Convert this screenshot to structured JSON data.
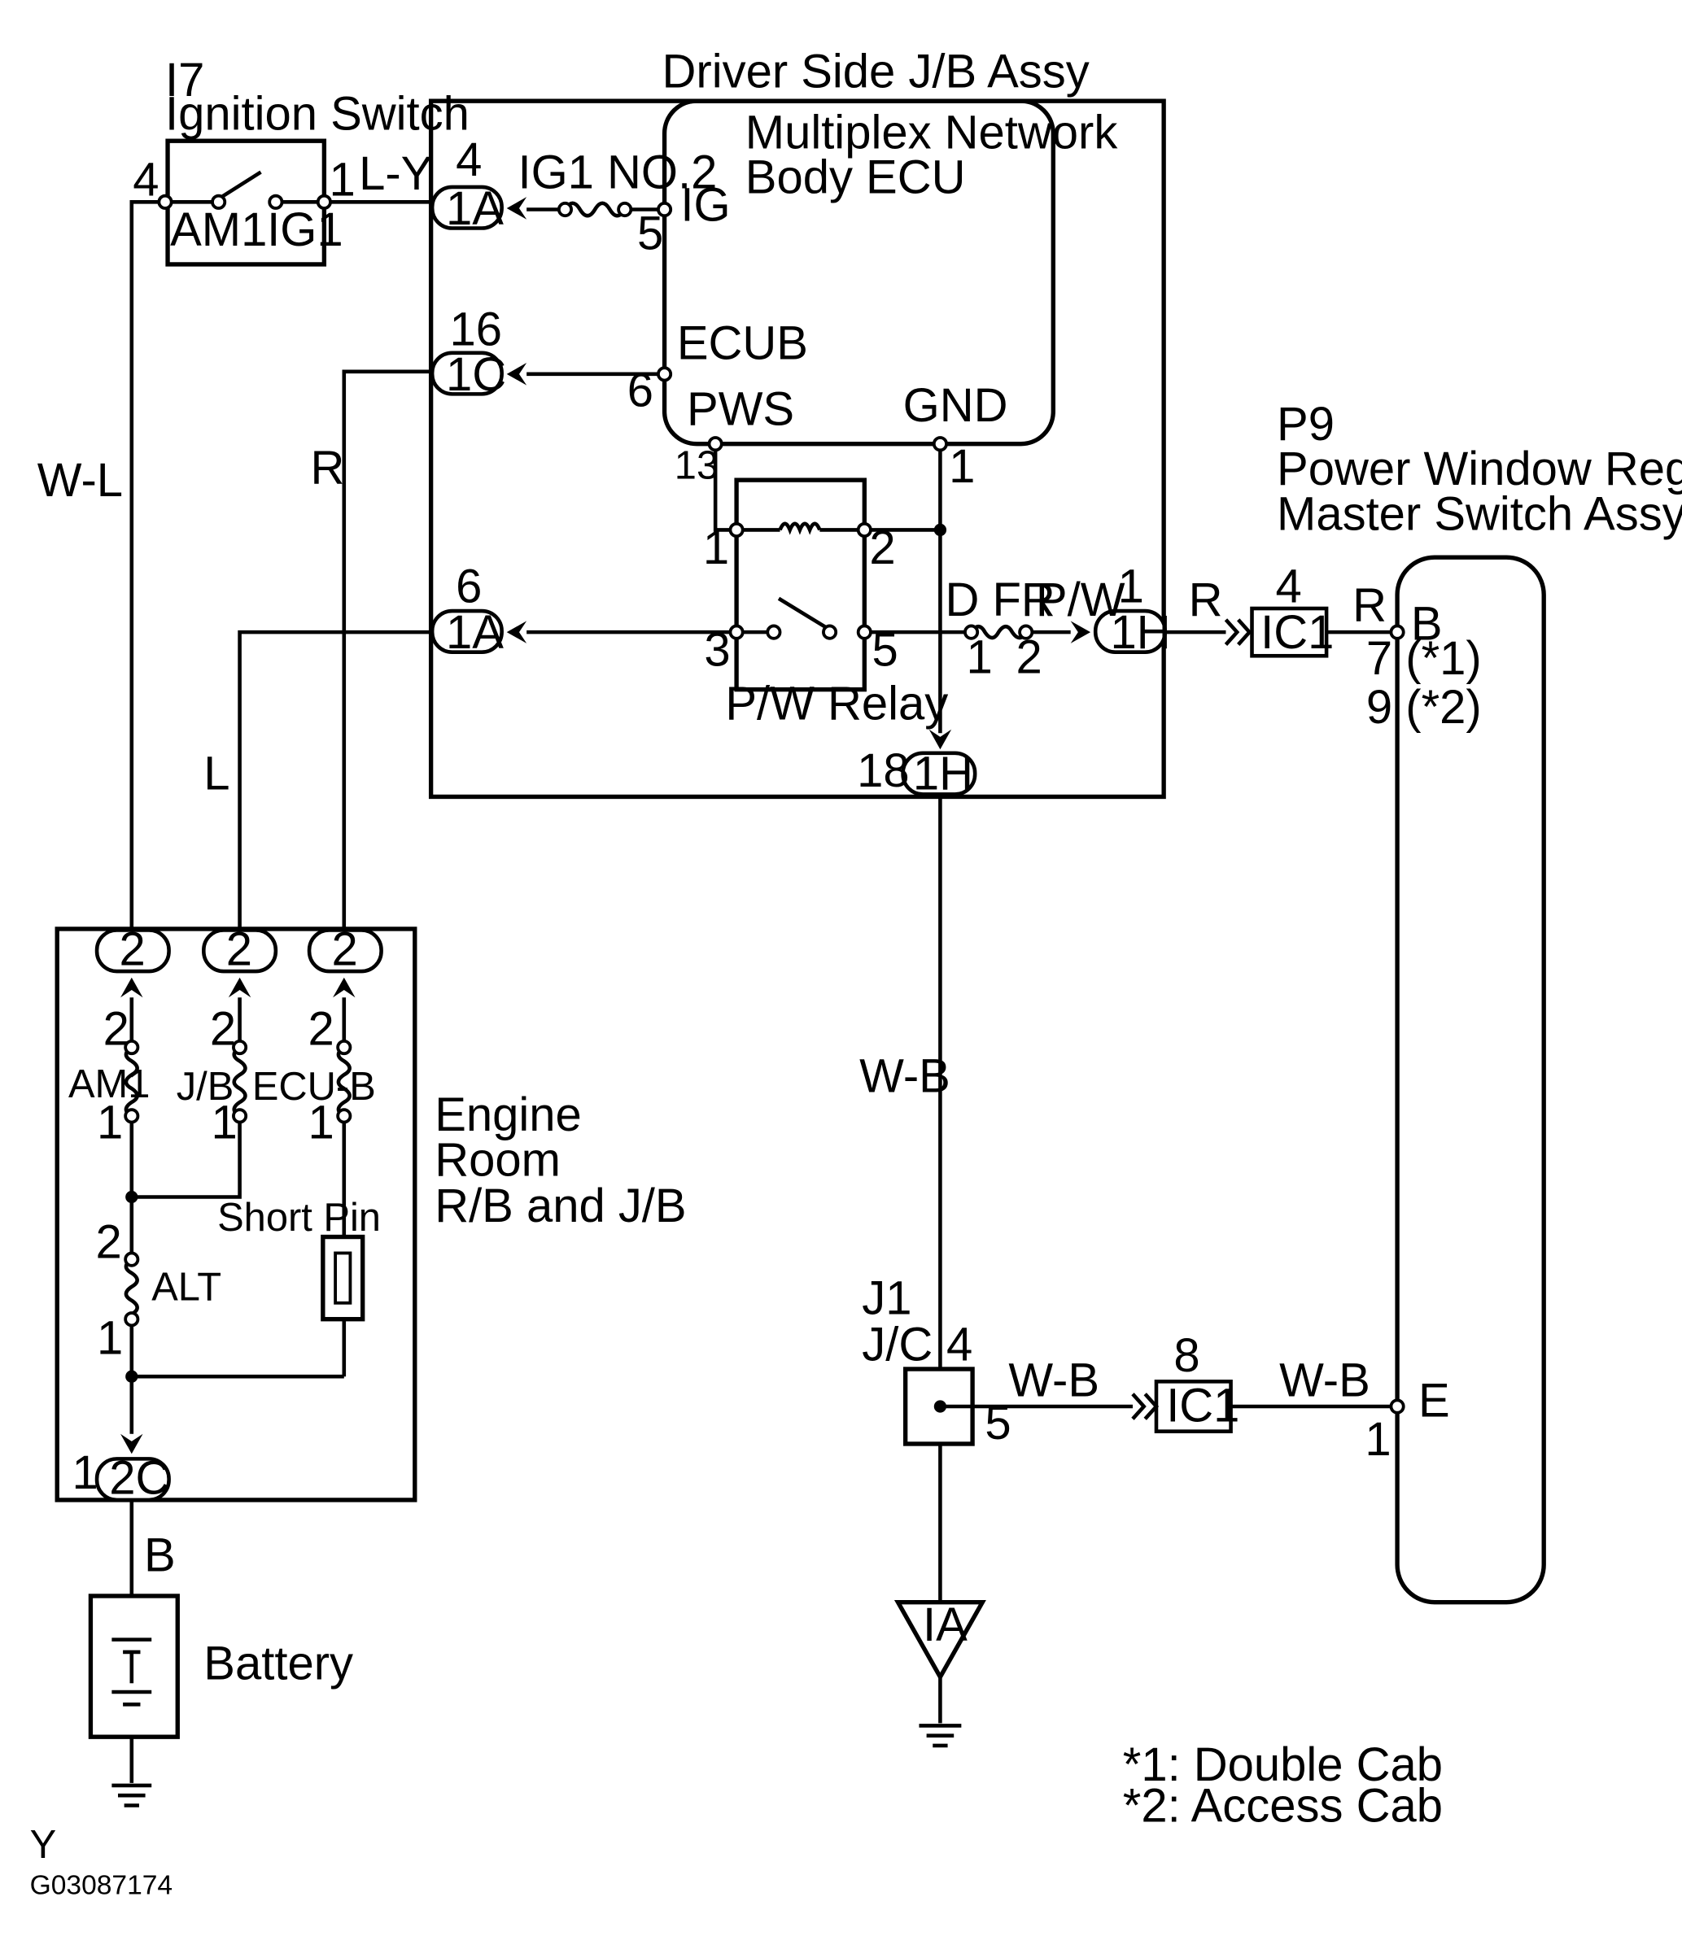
{
  "components": {
    "jb_title": "Driver Side J/B Assy",
    "ecu_line1": "Multiplex Network",
    "ecu_line2": "Body ECU",
    "switch_code": "I7",
    "switch_name": "Ignition Switch",
    "pw_code": "P9",
    "pw_line1": "Power Window Regulator",
    "pw_line2": "Master Switch Assy",
    "relay": "P/W Relay",
    "engine_line1": "Engine",
    "engine_line2": "Room",
    "engine_line3": "R/B and J/B",
    "battery": "Battery",
    "short_pin": "Short Pin",
    "j1_code": "J1",
    "j1_name": "J/C"
  },
  "terminals": {
    "am1": "AM1",
    "ig1": "IG1",
    "ig": "IG",
    "ecub": "ECUB",
    "pws": "PWS",
    "gnd": "GND",
    "b": "B",
    "e": "E"
  },
  "connectors": {
    "c1a": "1A",
    "c1c": "1C",
    "c1h": "1H",
    "c2": "2",
    "c2c": "2C",
    "ic1": "IC1",
    "ia": "IA"
  },
  "fuses": {
    "ig1_no2": "IG1 NO.2",
    "am1": "AM1",
    "jb": "J/B",
    "ecu_b": "ECU-B",
    "alt": "ALT",
    "d_fr": "D FR",
    "pw": "P/W"
  },
  "wires": {
    "ly": "L-Y",
    "wl": "W-L",
    "r": "R",
    "l": "L",
    "wb": "W-B",
    "b": "B"
  },
  "pins": {
    "p1": "1",
    "p2": "2",
    "p3": "3",
    "p4": "4",
    "p5": "5",
    "p6": "6",
    "p7": "7",
    "p8": "8",
    "p13": "13",
    "p16": "16",
    "p18": "18",
    "b_pin1": "7 (*1)",
    "b_pin2": "9 (*2)"
  },
  "notes": {
    "n1": "*1: Double Cab",
    "n2": "*2: Access Cab"
  },
  "footer": {
    "letter": "Y",
    "code": "G03087174"
  }
}
